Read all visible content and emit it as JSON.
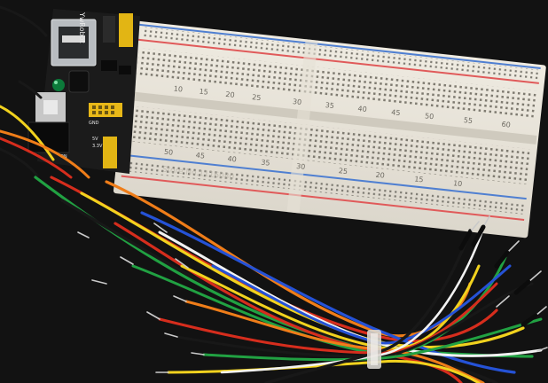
{
  "photo": {
    "module_brand": "YwRobot",
    "module_labels": {
      "jumper_5v": "5V",
      "jumper_33v": "3.3V",
      "gnd": "GND",
      "on": "ON"
    },
    "breadboard_top_numbers": [
      "10",
      "15",
      "20",
      "25",
      "30",
      "35",
      "40",
      "45",
      "50",
      "55",
      "60"
    ],
    "breadboard_bottom_numbers": [
      "50",
      "45",
      "40",
      "35",
      "30",
      "25",
      "20",
      "15",
      "10"
    ],
    "watermark": "Store No.1116080"
  },
  "colors": {
    "background": "#121212",
    "breadboard": "#eeeae0",
    "pcb": "#1b1b1b",
    "rail_red": "#e05a5a",
    "rail_blue": "#4f7fd1",
    "wire_red": "#d62d1d",
    "wire_orange": "#ef7d19",
    "wire_yellow": "#f1d21e",
    "wire_green": "#21a142",
    "wire_blue": "#2552d6",
    "wire_white": "#f2f2f2",
    "wire_black": "#181818",
    "pin_metal": "#c9c9c9"
  }
}
